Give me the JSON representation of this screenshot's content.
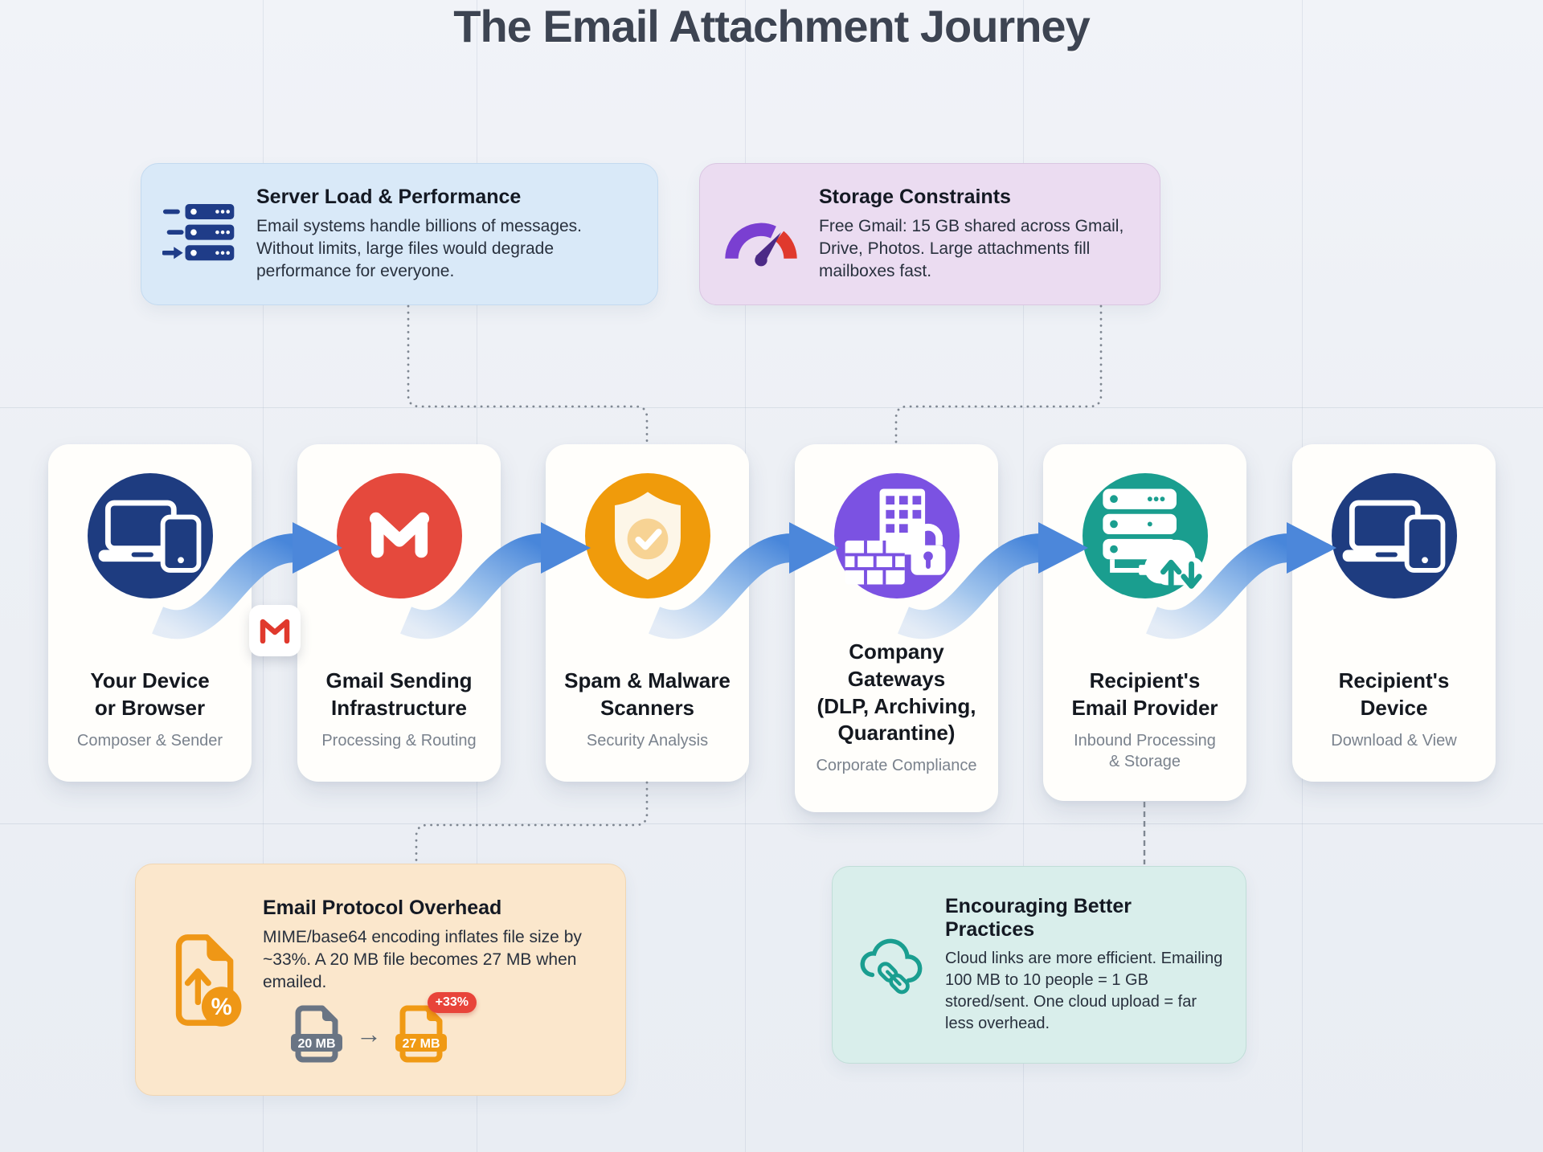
{
  "title": "The Email Attachment Journey",
  "callouts": {
    "server_load": {
      "icon": "server-stack-speed-icon",
      "title": "Server Load & Performance",
      "body": "Email systems handle billions of messages. Without limits, large files would degrade performance for everyone."
    },
    "storage": {
      "icon": "gauge-icon",
      "title": "Storage Constraints",
      "body": "Free Gmail: 15 GB shared across Gmail, Drive, Photos. Large attachments fill mailboxes fast."
    },
    "protocol": {
      "icon": "file-size-increase-icon",
      "icon_percent": "%",
      "title": "Email Protocol Overhead",
      "body": "MIME/base64 encoding inflates file size by ~33%. A 20 MB file becomes 27 MB when emailed.",
      "graphic": {
        "from_label": "20 MB",
        "arrow": "→",
        "to_label": "27 MB",
        "badge": "+33%"
      }
    },
    "practices": {
      "icon": "cloud-link-icon",
      "title": "Encouraging Better Practices",
      "body": "Cloud links are more efficient. Emailing 100 MB to 10 people = 1 GB stored/sent. One cloud upload = far less overhead."
    }
  },
  "steps": [
    {
      "icon": "devices-icon",
      "color": "#1e3c80",
      "title": "Your Device\nor Browser",
      "subtitle": "Composer & Sender"
    },
    {
      "icon": "gmail-icon",
      "color": "#e5493d",
      "title": "Gmail Sending\nInfrastructure",
      "subtitle": "Processing & Routing"
    },
    {
      "icon": "shield-check-icon",
      "color": "#f09b0b",
      "title": "Spam & Malware\nScanners",
      "subtitle": "Security Analysis"
    },
    {
      "icon": "firewall-lock-icon",
      "color": "#7b52e2",
      "title": "Company\nGateways\n(DLP, Archiving,\nQuarantine)",
      "subtitle": "Corporate Compliance"
    },
    {
      "icon": "server-cloud-icon",
      "color": "#1a9e8f",
      "title": "Recipient's\nEmail Provider",
      "subtitle": "Inbound Processing\n& Storage"
    },
    {
      "icon": "devices-icon",
      "color": "#1e3c80",
      "title": "Recipient's\nDevice",
      "subtitle": "Download & View"
    }
  ],
  "colors": {
    "background": "#eef1f6",
    "arrow_blue": "#4c87da",
    "navy": "#1e3c80",
    "gmail_red": "#e5493d",
    "scan_orange": "#f09b0b",
    "gateway_purple": "#7b52e2",
    "provider_teal": "#1a9e8f",
    "callout_blue_bg": "#d9e9f8",
    "callout_pink_bg": "#ebdcf1",
    "callout_orange_bg": "#fbe7cc",
    "callout_teal_bg": "#d9eeeb",
    "badge_red": "#e8443a",
    "file_gray": "#6a7584",
    "file_orange": "#f09a14"
  }
}
